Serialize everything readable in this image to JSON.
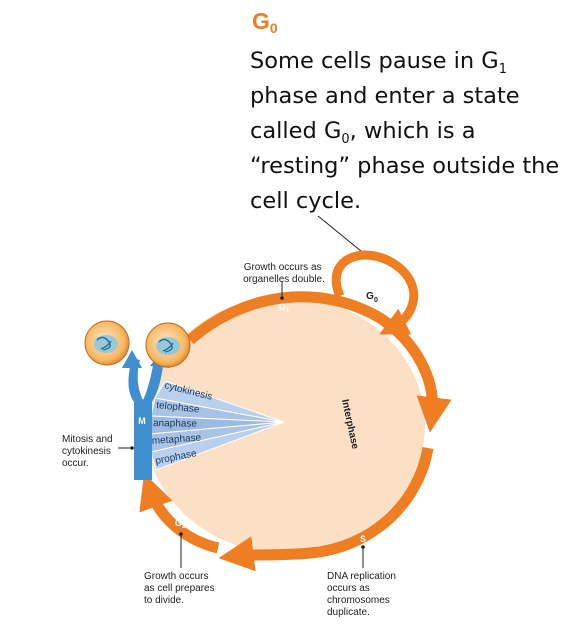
{
  "heading": {
    "letter": "G",
    "subscript": "0"
  },
  "paragraph": {
    "p1": "Some cells pause in G",
    "s1": "1",
    "p2": " phase and enter a state called G",
    "s2": "0",
    "p3": ", which is a “resting” phase outside the cell cycle."
  },
  "diagram": {
    "growth_g1": [
      "Growth occurs as",
      "organelles double."
    ],
    "g1_label": "G1",
    "g0_label": "G0",
    "interphase": "Interphase",
    "m_label": "M",
    "mitosis_text": [
      "Mitosis and",
      "cytokinesis",
      "occur."
    ],
    "phases": [
      "cytokinesis",
      "telophase",
      "anaphase",
      "metaphase",
      "prophase"
    ],
    "g2_label": "G2",
    "growth_g2": [
      "Growth occurs",
      "as cell prepares",
      "to divide."
    ],
    "s_label": "S",
    "dna_text": [
      "DNA replication",
      "occurs as",
      "chromosomes",
      "duplicate."
    ]
  },
  "colors": {
    "accent": "#ef7d22",
    "cell_fill": "#fbe0c6",
    "mitosis_blue": "#3f8ed0",
    "phase_blue": "#a9c3e6"
  }
}
